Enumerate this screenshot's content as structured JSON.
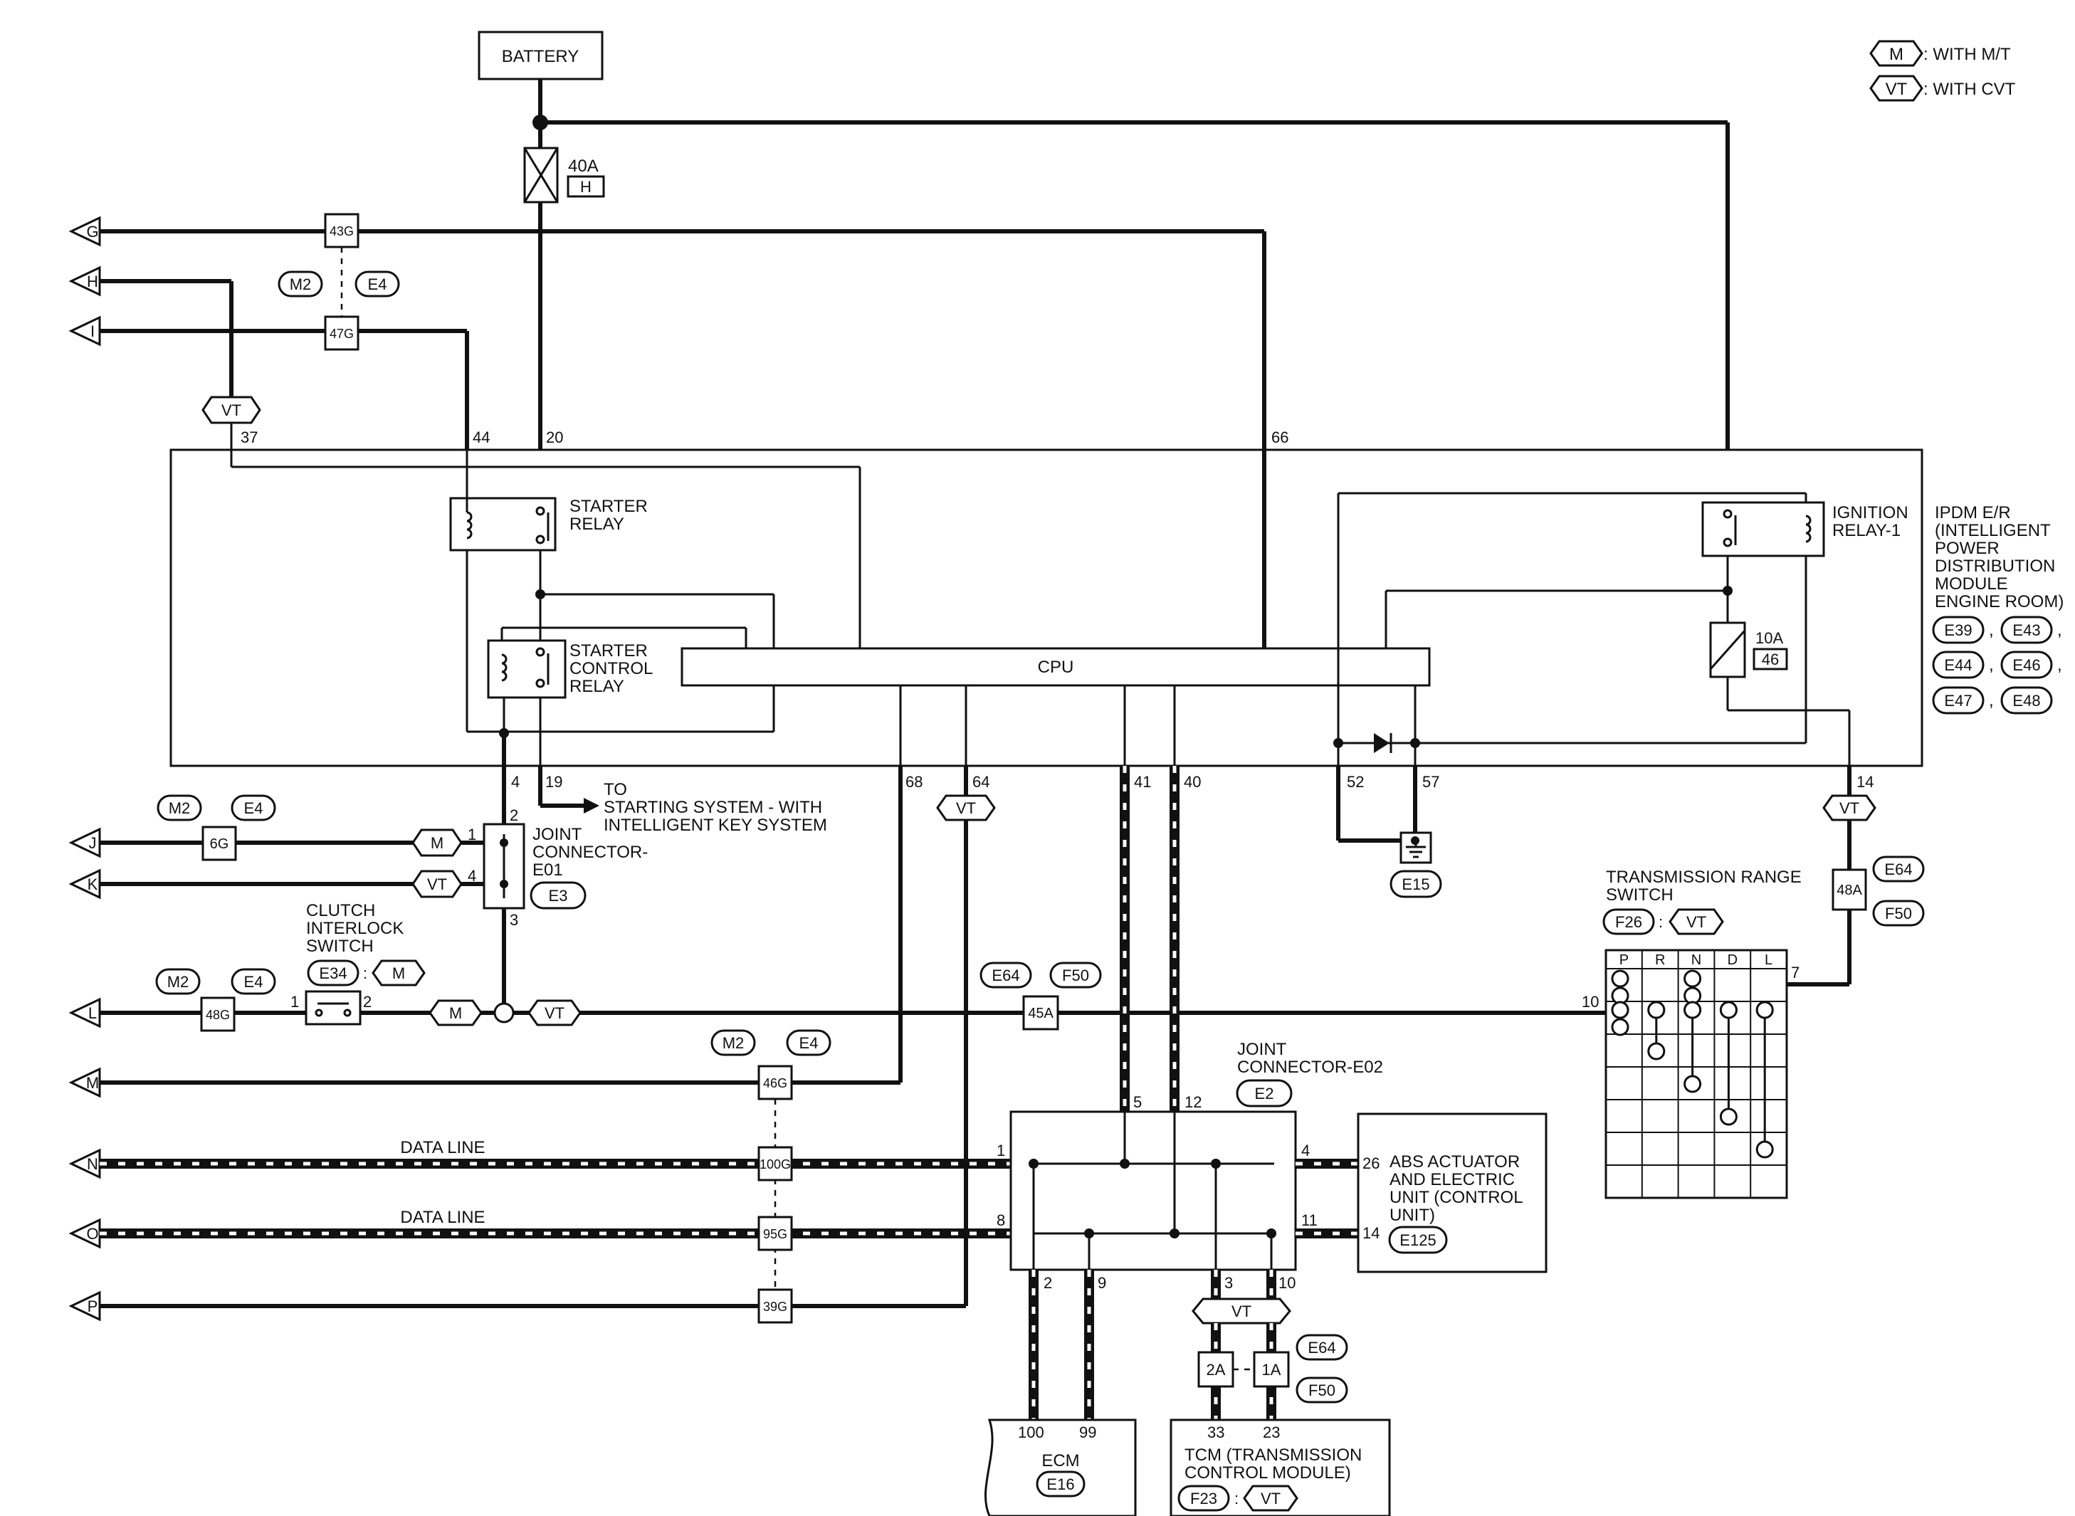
{
  "legend": [
    {
      "code": "M",
      "text": ": WITH M/T"
    },
    {
      "code": "VT",
      "text": ": WITH CVT"
    }
  ],
  "battery": {
    "label": "BATTERY"
  },
  "fuse40": {
    "rating": "40A",
    "id": "H"
  },
  "fuse10": {
    "rating": "10A",
    "id": "46"
  },
  "ipdm": {
    "title_lines": [
      "IPDM E/R",
      "(INTELLIGENT",
      "POWER",
      "DISTRIBUTION",
      "MODULE",
      "ENGINE ROOM)"
    ],
    "connectors": [
      "E39",
      "E43",
      "E44",
      "E46",
      "E47",
      "E48"
    ],
    "cpu": "CPU"
  },
  "relays": {
    "starter": [
      "STARTER",
      "RELAY"
    ],
    "starter_control": [
      "STARTER",
      "CONTROL",
      "RELAY"
    ],
    "ignition": [
      "IGNITION",
      "RELAY-1"
    ]
  },
  "pins": {
    "p37": "37",
    "p44": "44",
    "p20": "20",
    "p66": "66",
    "p4": "4",
    "p19": "19",
    "p68": "68",
    "p64": "64",
    "p41": "41",
    "p40": "40",
    "p52": "52",
    "p57": "57",
    "p14": "14"
  },
  "left_terminals": [
    "G",
    "H",
    "I",
    "J",
    "K",
    "L",
    "M",
    "N",
    "O",
    "P"
  ],
  "splices": {
    "s43g": "43G",
    "s47g": "47G",
    "s6g": "6G",
    "s48g": "48G",
    "s46g": "46G",
    "s100g": "100G",
    "s95g": "95G",
    "s39g": "39G",
    "s45a": "45A",
    "s48a": "48A",
    "s2a": "2A",
    "s1a": "1A"
  },
  "conn_labels": {
    "m2": "M2",
    "e4": "E4",
    "e64": "E64",
    "f50": "F50"
  },
  "codes": {
    "m": "M",
    "vt": "VT"
  },
  "starting_system": [
    "TO",
    "STARTING SYSTEM - WITH",
    "INTELLIGENT KEY SYSTEM"
  ],
  "joint_e01": {
    "title": [
      "JOINT",
      "CONNECTOR-",
      "E01"
    ],
    "conn": "E3",
    "pins": {
      "top": "2",
      "p1": "1",
      "p4": "4",
      "bottom": "3"
    }
  },
  "clutch": {
    "title": [
      "CLUTCH",
      "INTERLOCK",
      "SWITCH"
    ],
    "conn": "E34",
    "sep": ":",
    "code": "M",
    "pin1": "1",
    "pin2": "2"
  },
  "ground": {
    "conn": "E15"
  },
  "trs": {
    "title": [
      "TRANSMISSION RANGE",
      "SWITCH"
    ],
    "conn": "F26",
    "sep": ":",
    "code": "VT",
    "columns": [
      "P",
      "R",
      "N",
      "D",
      "L"
    ],
    "pin10": "10",
    "pin7": "7"
  },
  "data_line": "DATA LINE",
  "joint_e02": {
    "title": [
      "JOINT",
      "CONNECTOR-E02"
    ],
    "conn": "E2",
    "pins": {
      "p5": "5",
      "p12": "12",
      "p1": "1",
      "p8": "8",
      "p4": "4",
      "p11": "11",
      "p2": "2",
      "p9": "9",
      "p3": "3",
      "p10": "10"
    }
  },
  "abs": {
    "title": [
      "ABS ACTUATOR",
      "AND ELECTRIC",
      "UNIT (CONTROL",
      "UNIT)"
    ],
    "pin26": "26",
    "pin14": "14",
    "conn": "E125"
  },
  "ecm": {
    "label": "ECM",
    "conn": "E16",
    "pin100": "100",
    "pin99": "99"
  },
  "tcm": {
    "title": [
      "TCM (TRANSMISSION",
      "CONTROL MODULE)"
    ],
    "conn": "F23",
    "sep": ":",
    "code": "VT",
    "pin33": "33",
    "pin23": "23"
  }
}
